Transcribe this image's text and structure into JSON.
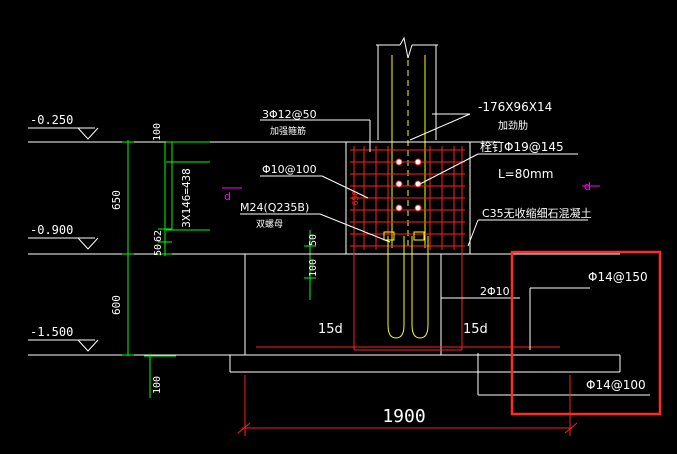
{
  "canvas": {
    "background": "#000000"
  },
  "colors": {
    "white": "#ffffff",
    "red": "#ff2020",
    "yellow": "#ffff00",
    "green": "#00ff00",
    "magenta": "#ff00ff",
    "highlight_box": "#ff2a2a"
  },
  "elevations": {
    "e1": "-0.250",
    "e2": "-0.900",
    "e3": "-1.500"
  },
  "dims": {
    "d650": "650",
    "d600": "600",
    "d100_top": "100",
    "d100_mid": "100",
    "d100_low": "100",
    "d50": "50",
    "d62": "62",
    "d50b": "50",
    "d3x146": "3X146=438",
    "d650_red": "650",
    "width_1900": "1900",
    "d15d_left": "15d",
    "d15d_right": "15d"
  },
  "labels": {
    "rebar_top": "3Φ12@50",
    "rebar_top_sub": "加强箍筋",
    "stirrup": "Φ10@100",
    "bolt": "M24(Q235B)",
    "bolt_sub": "双螺母",
    "stiffener": "-176X96X14",
    "stiffener_sub": "加劲肋",
    "stud": "栓钉Φ19@145",
    "stud_len": "L=80mm",
    "grout": "C35无收缩细石混凝土",
    "bars_2": "2Φ10",
    "foot_top": "Φ14@150",
    "foot_bot": "Φ14@100",
    "mark_left": "d",
    "mark_right": "d"
  }
}
